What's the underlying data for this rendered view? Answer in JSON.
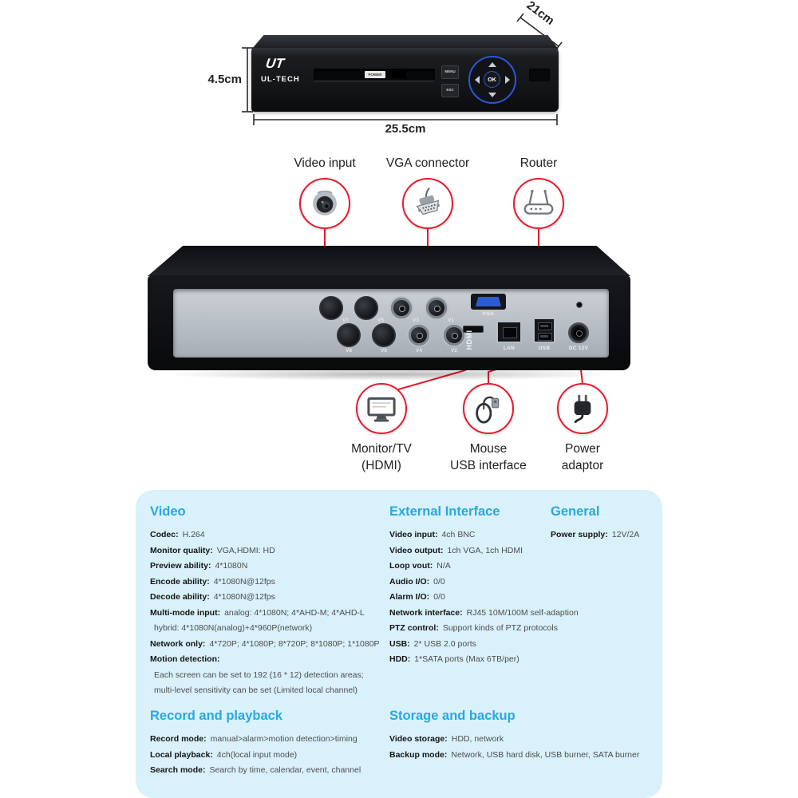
{
  "colors": {
    "accent_red": "#e8192c",
    "heading_blue": "#29a8e0",
    "panel_bg": "#d8f1fa"
  },
  "dimensions": {
    "depth": "21cm",
    "height": "4.5cm",
    "width": "25.5cm"
  },
  "device_front": {
    "logo": "UT",
    "brand": "UL-TECH",
    "power_label": "POWER",
    "menu_button": "MENU",
    "esc_button": "ESC",
    "ok_button": "OK"
  },
  "top_callouts": [
    {
      "label": "Video input",
      "icon": "dome-camera-icon"
    },
    {
      "label": "VGA connector",
      "icon": "vga-plug-icon"
    },
    {
      "label": "Router",
      "icon": "router-icon"
    }
  ],
  "bottom_callouts": [
    {
      "line1": "Monitor/TV",
      "line2": "(HDMI)",
      "icon": "monitor-icon"
    },
    {
      "line1": "Mouse",
      "line2": "USB interface",
      "icon": "mouse-icon"
    },
    {
      "line1": "Power",
      "line2": "adaptor",
      "icon": "power-adaptor-icon"
    }
  ],
  "back_panel": {
    "bnc_labels": [
      "V7",
      "V5",
      "V3",
      "V1",
      "V8",
      "V6",
      "V4",
      "V2"
    ],
    "vga_label": "VGA",
    "hdmi_label": "HDMI",
    "lan_label": "LAN",
    "usb_label": "USB",
    "dc_label": "DC 12V"
  },
  "specs": {
    "video": {
      "heading": "Video",
      "items": [
        {
          "label": "Codec:",
          "value": "H.264"
        },
        {
          "label": "Monitor quality:",
          "value": "VGA,HDMI: HD"
        },
        {
          "label": "Preview ability:",
          "value": "4*1080N"
        },
        {
          "label": "Encode ability:",
          "value": "4*1080N@12fps"
        },
        {
          "label": "Decode ability:",
          "value": "4*1080N@12fps"
        },
        {
          "label": "Multi-mode input:",
          "value": "analog: 4*1080N; 4*AHD-M; 4*AHD-L"
        },
        {
          "label": "",
          "value": "hybrid: 4*1080N(analog)+4*960P(network)"
        },
        {
          "label": "Network only:",
          "value": "4*720P; 4*1080P;  8*720P;  8*1080P; 1*1080P"
        },
        {
          "label": "Motion detection:",
          "value": ""
        },
        {
          "label": "",
          "value": "Each screen can be set to 192 (16 * 12) detection areas;"
        },
        {
          "label": "",
          "value": "multi-level sensitivity can be set (Limited local channel)"
        }
      ]
    },
    "external_interface": {
      "heading": "External Interface",
      "items": [
        {
          "label": "Video input:",
          "value": "4ch BNC"
        },
        {
          "label": "Video output:",
          "value": "1ch VGA, 1ch HDMI"
        },
        {
          "label": "Loop vout:",
          "value": "N/A"
        },
        {
          "label": "Audio I/O:",
          "value": "0/0"
        },
        {
          "label": "Alarm I/O:",
          "value": "0/0"
        },
        {
          "label": "Network interface:",
          "value": "RJ45 10M/100M self-adaption"
        },
        {
          "label": "PTZ control:",
          "value": "Support kinds of PTZ protocols"
        },
        {
          "label": "USB:",
          "value": "2* USB 2.0 ports"
        },
        {
          "label": "HDD:",
          "value": "1*SATA ports (Max 6TB/per)"
        }
      ]
    },
    "general": {
      "heading": "General",
      "items": [
        {
          "label": "Power supply:",
          "value": "12V/2A"
        }
      ]
    },
    "record_playback": {
      "heading": "Record and playback",
      "items": [
        {
          "label": "Record mode:",
          "value": "manual>alarm>motion detection>timing"
        },
        {
          "label": "Local playback:",
          "value": "4ch(local input mode)"
        },
        {
          "label": "Search mode:",
          "value": "Search by time, calendar, event, channel"
        }
      ]
    },
    "storage_backup": {
      "heading": "Storage and backup",
      "items": [
        {
          "label": "Video storage:",
          "value": "HDD, network"
        },
        {
          "label": "Backup mode:",
          "value": "Network, USB hard disk, USB burner, SATA burner"
        }
      ]
    }
  }
}
